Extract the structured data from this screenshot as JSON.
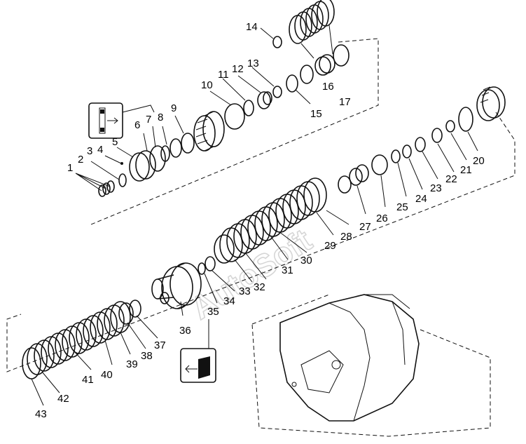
{
  "watermark": "AutoSoft",
  "callouts": [
    "1",
    "2",
    "3",
    "4",
    "5",
    "6",
    "7",
    "8",
    "9",
    "10",
    "11",
    "12",
    "13",
    "14",
    "15",
    "16",
    "17",
    "20",
    "21",
    "22",
    "23",
    "24",
    "25",
    "26",
    "27",
    "28",
    "29",
    "30",
    "31",
    "32",
    "33",
    "34",
    "35",
    "36",
    "37",
    "38",
    "39",
    "40",
    "41",
    "42",
    "43"
  ],
  "icons": {
    "top_inset": "bearing-insert-icon",
    "bottom_inset": "insert-direction-icon"
  }
}
